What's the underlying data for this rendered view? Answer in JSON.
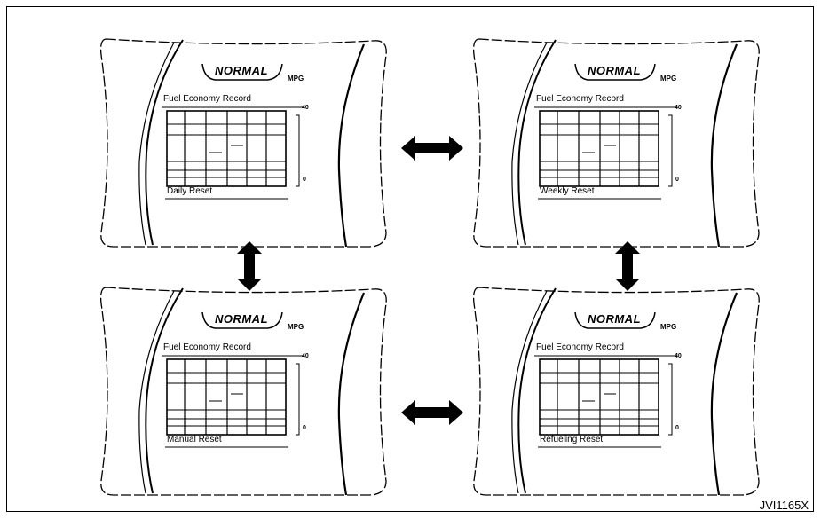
{
  "panels": [
    {
      "mode": "NORMAL",
      "unit": "MPG",
      "header": "Fuel Economy Record",
      "footer": "Daily Reset",
      "y_top": "40",
      "y_bottom": "0"
    },
    {
      "mode": "NORMAL",
      "unit": "MPG",
      "header": "Fuel Economy Record",
      "footer": "Weekly Reset",
      "y_top": "40",
      "y_bottom": "0"
    },
    {
      "mode": "NORMAL",
      "unit": "MPG",
      "header": "Fuel Economy Record",
      "footer": "Manual Reset",
      "y_top": "40",
      "y_bottom": "0"
    },
    {
      "mode": "NORMAL",
      "unit": "MPG",
      "header": "Fuel Economy Record",
      "footer": "Refueling Reset",
      "y_top": "40",
      "y_bottom": "0"
    }
  ],
  "figure_code": "JVI1165X",
  "colors": {
    "line": "#000000",
    "background": "#ffffff"
  }
}
